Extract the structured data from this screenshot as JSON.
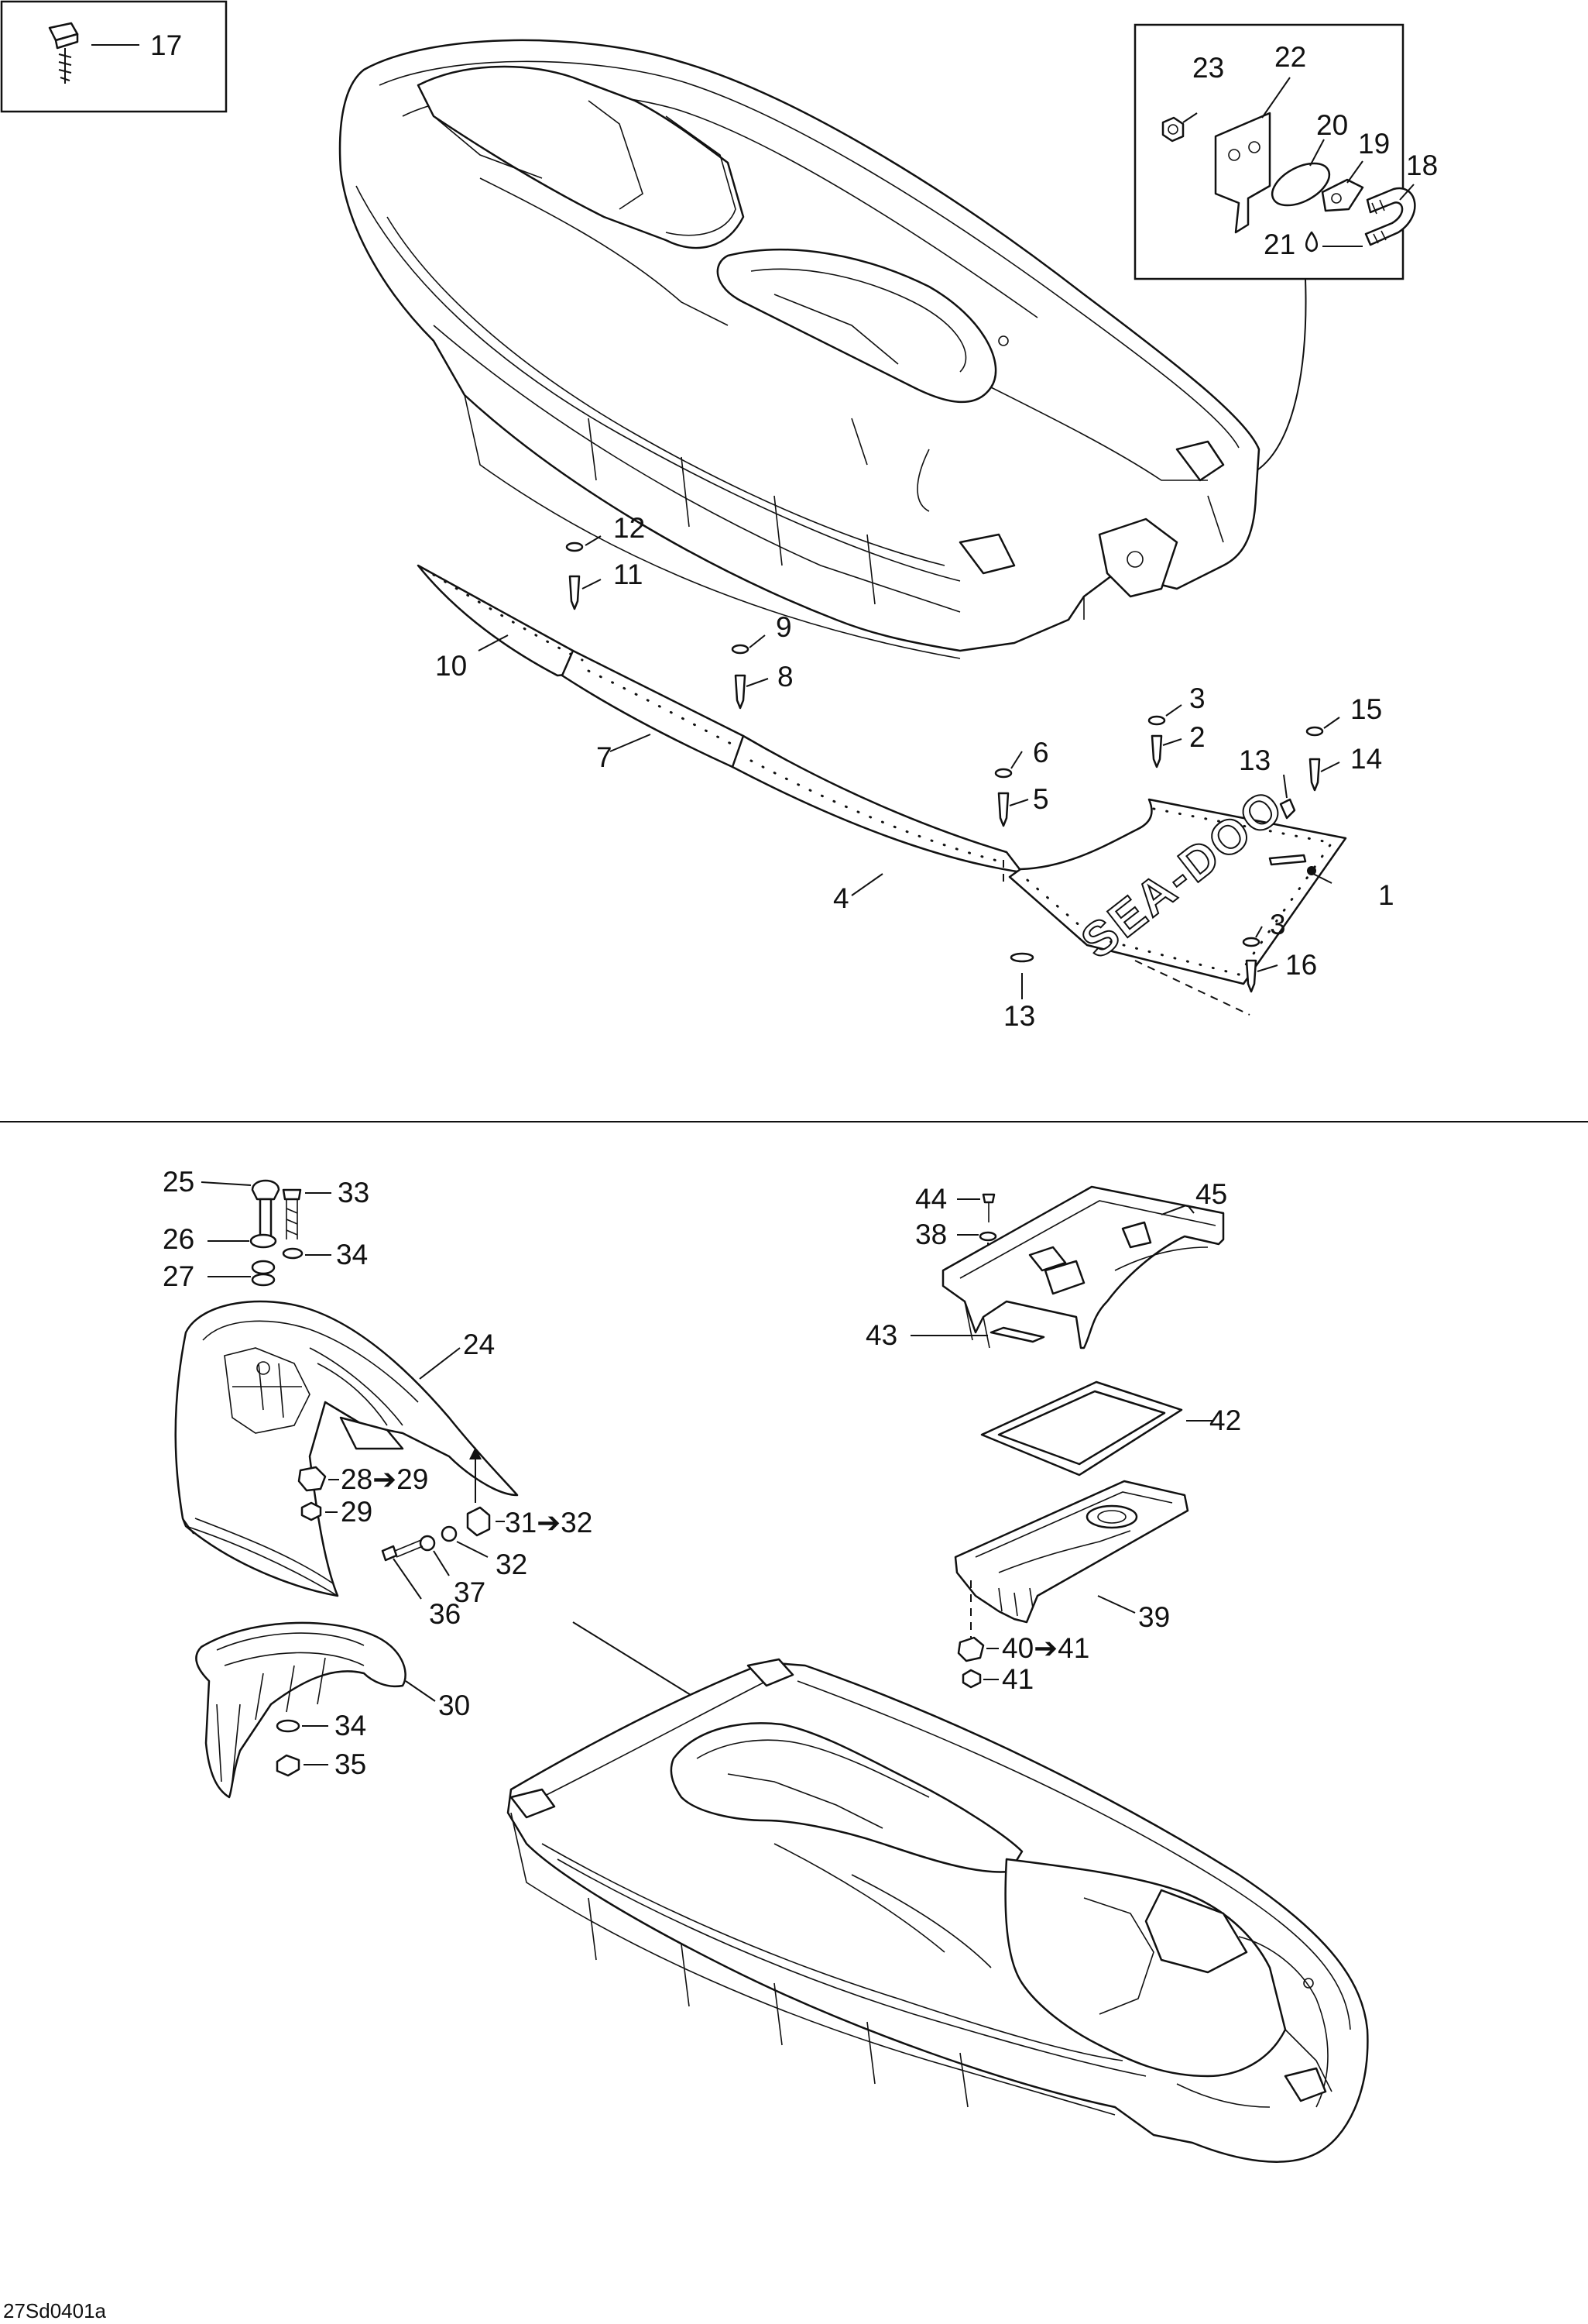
{
  "diagram": {
    "drawing_code": "27Sd0401a",
    "decal_text": "SEA-DOO",
    "callouts": [
      {
        "id": "c17",
        "text": "17"
      },
      {
        "id": "c23",
        "text": "23"
      },
      {
        "id": "c22",
        "text": "22"
      },
      {
        "id": "c20",
        "text": "20"
      },
      {
        "id": "c19",
        "text": "19"
      },
      {
        "id": "c18",
        "text": "18"
      },
      {
        "id": "c21",
        "text": "21"
      },
      {
        "id": "c12",
        "text": "12"
      },
      {
        "id": "c11",
        "text": "11"
      },
      {
        "id": "c10",
        "text": "10"
      },
      {
        "id": "c9",
        "text": "9"
      },
      {
        "id": "c8",
        "text": "8"
      },
      {
        "id": "c7",
        "text": "7"
      },
      {
        "id": "c3a",
        "text": "3"
      },
      {
        "id": "c2",
        "text": "2"
      },
      {
        "id": "c15",
        "text": "15"
      },
      {
        "id": "c14",
        "text": "14"
      },
      {
        "id": "c6",
        "text": "6"
      },
      {
        "id": "c5",
        "text": "5"
      },
      {
        "id": "c13a",
        "text": "13"
      },
      {
        "id": "c1",
        "text": "1"
      },
      {
        "id": "c4",
        "text": "4"
      },
      {
        "id": "c3b",
        "text": "3"
      },
      {
        "id": "c16",
        "text": "16"
      },
      {
        "id": "c13b",
        "text": "13"
      },
      {
        "id": "c25",
        "text": "25"
      },
      {
        "id": "c33",
        "text": "33"
      },
      {
        "id": "c26",
        "text": "26"
      },
      {
        "id": "c34a",
        "text": "34"
      },
      {
        "id": "c27",
        "text": "27"
      },
      {
        "id": "c24",
        "text": "24"
      },
      {
        "id": "c28",
        "text": "28➔29"
      },
      {
        "id": "c29",
        "text": "29"
      },
      {
        "id": "c31",
        "text": "31➔32"
      },
      {
        "id": "c32",
        "text": "32"
      },
      {
        "id": "c37",
        "text": "37"
      },
      {
        "id": "c36",
        "text": "36"
      },
      {
        "id": "c30",
        "text": "30"
      },
      {
        "id": "c34b",
        "text": "34"
      },
      {
        "id": "c35",
        "text": "35"
      },
      {
        "id": "c44",
        "text": "44"
      },
      {
        "id": "c38",
        "text": "38"
      },
      {
        "id": "c45",
        "text": "45"
      },
      {
        "id": "c43",
        "text": "43"
      },
      {
        "id": "c42",
        "text": "42"
      },
      {
        "id": "c39",
        "text": "39"
      },
      {
        "id": "c40",
        "text": "40➔41"
      },
      {
        "id": "c41",
        "text": "41"
      }
    ]
  }
}
